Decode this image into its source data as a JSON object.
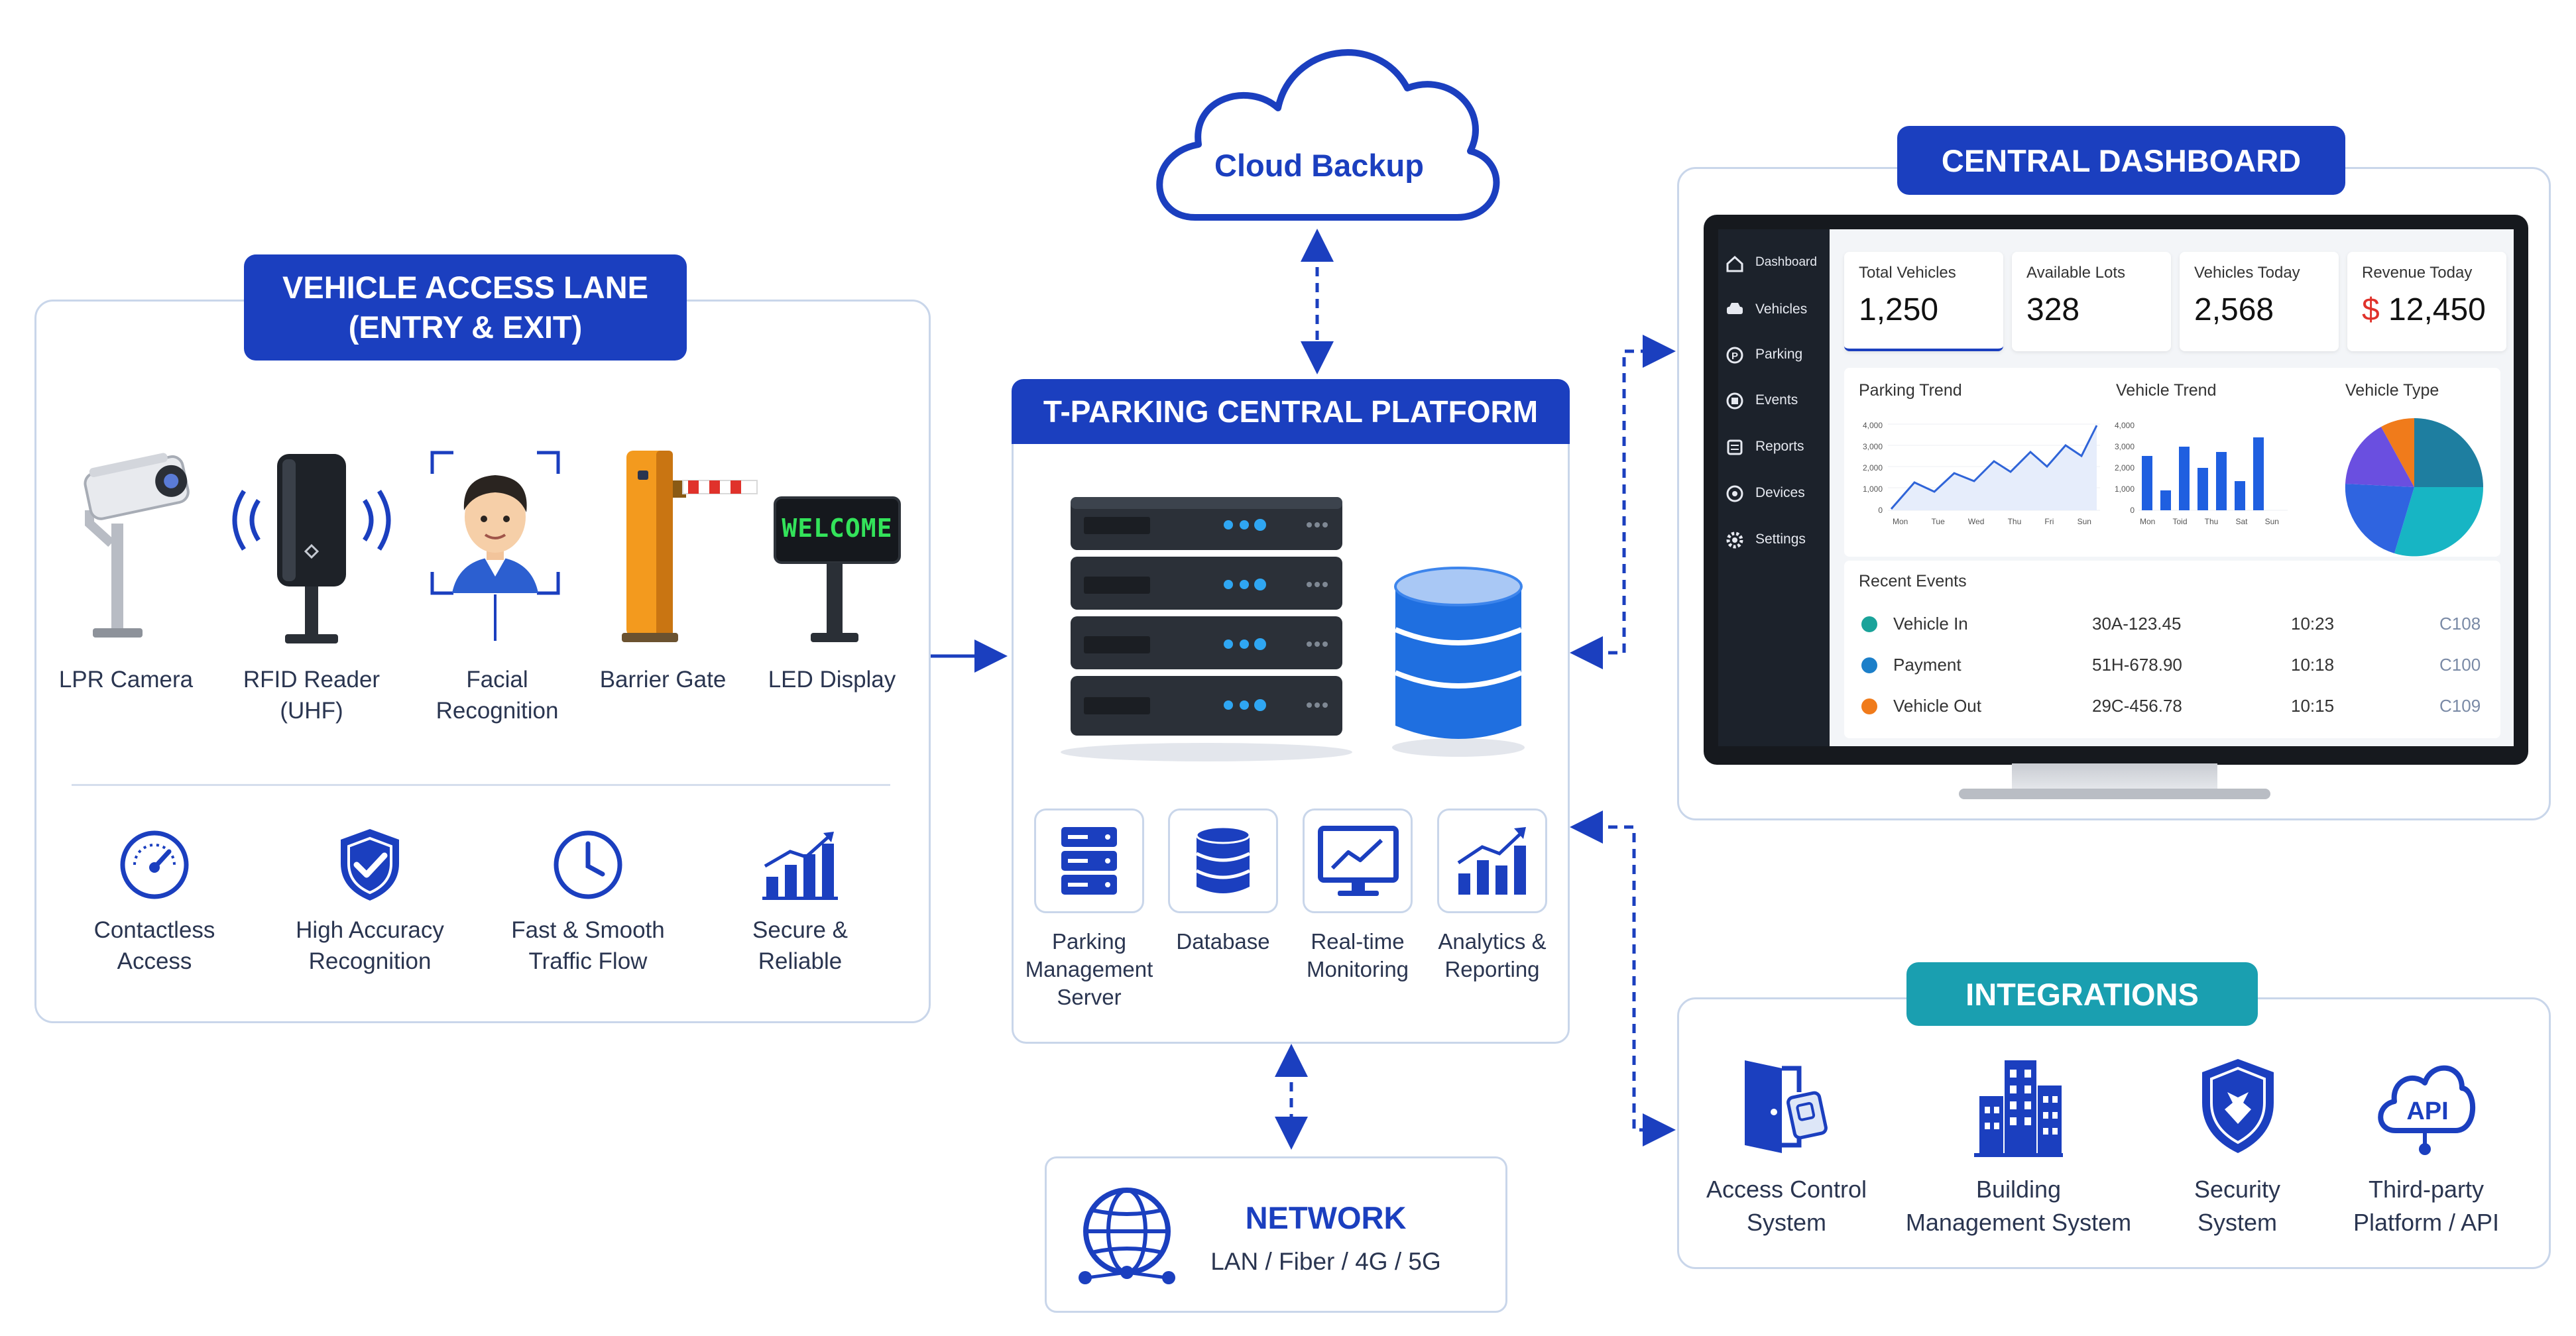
{
  "cloud": {
    "label": "Cloud Backup"
  },
  "access_lane": {
    "title_line1": "VEHICLE ACCESS LANE",
    "title_line2": "(ENTRY & EXIT)",
    "devices": [
      {
        "icon": "lpr-camera-icon",
        "line1": "LPR Camera",
        "line2": ""
      },
      {
        "icon": "rfid-reader-icon",
        "line1": "RFID Reader",
        "line2": "(UHF)"
      },
      {
        "icon": "facial-recognition-icon",
        "line1": "Facial",
        "line2": "Recognition"
      },
      {
        "icon": "barrier-gate-icon",
        "line1": "Barrier Gate",
        "line2": ""
      },
      {
        "icon": "led-display-icon",
        "line1": "LED Display",
        "line2": ""
      }
    ],
    "led_text": "WELCOME",
    "features": [
      {
        "icon": "speedometer-icon",
        "line1": "Contactless",
        "line2": "Access"
      },
      {
        "icon": "shield-check-icon",
        "line1": "High Accuracy",
        "line2": "Recognition"
      },
      {
        "icon": "clock-icon",
        "line1": "Fast & Smooth",
        "line2": "Traffic Flow"
      },
      {
        "icon": "bar-chart-icon",
        "line1": "Secure &",
        "line2": "Reliable"
      }
    ]
  },
  "platform": {
    "title": "T-PARKING CENTRAL PLATFORM",
    "modules": [
      {
        "icon": "server-icon",
        "line1": "Parking",
        "line2": "Management",
        "line3": "Server"
      },
      {
        "icon": "database-icon",
        "line1": "Database",
        "line2": "",
        "line3": ""
      },
      {
        "icon": "monitor-chart-icon",
        "line1": "Real-time",
        "line2": "Monitoring",
        "line3": ""
      },
      {
        "icon": "analytics-icon",
        "line1": "Analytics &",
        "line2": "Reporting",
        "line3": ""
      }
    ]
  },
  "network": {
    "title": "NETWORK",
    "subtitle": "LAN / Fiber / 4G / 5G"
  },
  "dashboard": {
    "title": "CENTRAL DASHBOARD",
    "nav": [
      "Dashboard",
      "Vehicles",
      "Parking",
      "Events",
      "Reports",
      "Devices",
      "Settings"
    ],
    "stats": [
      {
        "label": "Total Vehicles",
        "value": "1,250"
      },
      {
        "label": "Available Lots",
        "value": "328"
      },
      {
        "label": "Vehicles Today",
        "value": "2,568"
      },
      {
        "label": "Revenue Today",
        "currency": "$",
        "value": "12,450"
      }
    ],
    "parking_trend": {
      "title": "Parking Trend",
      "yticks": [
        "4,000",
        "3,000",
        "2,000",
        "1,000",
        "0"
      ],
      "xticks": [
        "Mon",
        "Tue",
        "Wed",
        "Thu",
        "Fri",
        "Sun"
      ]
    },
    "vehicle_trend": {
      "title": "Vehicle Trend",
      "yticks": [
        "4,000",
        "3,000",
        "2,000",
        "1,000",
        "0"
      ],
      "xticks": [
        "Mon",
        "Toid",
        "Thu",
        "Sat",
        "Sun"
      ]
    },
    "vehicle_type": {
      "title": "Vehicle Type"
    },
    "events_title": "Recent Events",
    "events": [
      {
        "type": "Vehicle In",
        "plate": "30A-123.45",
        "time": "10:23",
        "lot": "C108",
        "color": "#1aa39a"
      },
      {
        "type": "Payment",
        "plate": "51H-678.90",
        "time": "10:18",
        "lot": "C100",
        "color": "#1c7fc9"
      },
      {
        "type": "Vehicle Out",
        "plate": "29C-456.78",
        "time": "10:15",
        "lot": "C109",
        "color": "#f07b1b"
      }
    ]
  },
  "integrations": {
    "title": "INTEGRATIONS",
    "items": [
      {
        "icon": "door-access-icon",
        "line1": "Access Control",
        "line2": "System"
      },
      {
        "icon": "building-icon",
        "line1": "Building",
        "line2": "Management System"
      },
      {
        "icon": "security-shield-icon",
        "line1": "Security",
        "line2": "System"
      },
      {
        "icon": "api-cloud-icon",
        "line1": "Third-party",
        "line2": "Platform / API"
      }
    ],
    "api_text": "API"
  },
  "colors": {
    "primary": "#1b3fbf",
    "teal": "#1a9fb0",
    "border": "#c9d6ea",
    "red": "#e0322b"
  }
}
